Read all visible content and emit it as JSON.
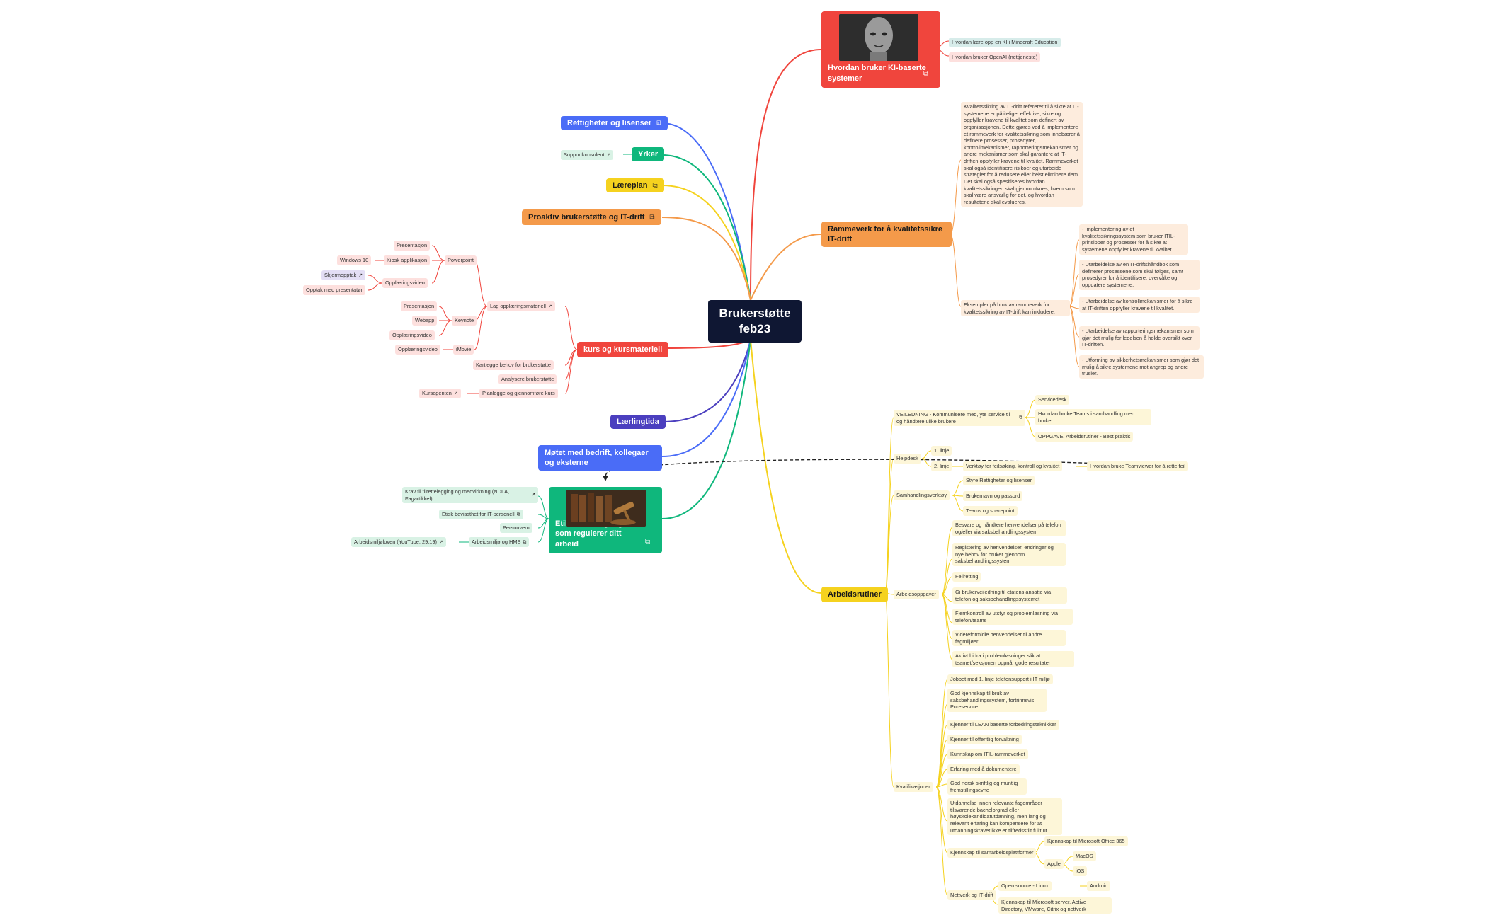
{
  "root": {
    "title": "Brukerstøtte feb23"
  },
  "colors": {
    "red": "#f0453d",
    "blue": "#4a6cf7",
    "green": "#0fb77c",
    "yellow": "#f5d21f",
    "orange": "#f49a4a",
    "indigo": "#4b3fbf",
    "dark": "#0f1733"
  },
  "icons": {
    "note": "notes-icon",
    "link": "external-link-icon"
  },
  "branches": {
    "ki": "Hvordan bruker KI-baserte systemer",
    "rettigheter": "Rettigheter og lisenser",
    "yrker": "Yrker",
    "laereplan": "Læreplan",
    "proaktiv": "Proaktiv brukerstøtte og IT-drift",
    "kurs": "kurs og kursmateriell",
    "laerlingtida": "Lærlingtida",
    "motet": "Møtet med bedrift, kollegaer og eksterne",
    "etikk": "Etikk, lover og regler som regulerer ditt arbeid",
    "rammeverk": "Rammeverk for å kvalitetssikre IT-drift",
    "arbeidsrutiner": "Arbeidsrutiner"
  },
  "ki_items": [
    "Hvordan lære opp en KI i Minecraft Education",
    "Hvordan bruker OpenAI (nettjeneste)"
  ],
  "yrker_items": [
    "Supportkonsulent"
  ],
  "kurs": {
    "lag": "Lag opplæringsmateriell",
    "powerpoint": "Powerpoint",
    "pp_presentasjon": "Presentasjon",
    "kiosk": "Kiosk applikasjon",
    "windows": "Windows 10",
    "pp_video": "Opplæringsvideo",
    "skjermopptak": "Skjermopptak",
    "opptak": "Opptak med presentatør",
    "keynote": "Keynote",
    "kn_presentasjon": "Presentasjon",
    "webapp": "Webapp",
    "kn_video": "Opplæringsvideo",
    "imovie": "iMovie",
    "im_video": "Opplæringsvideo",
    "kartlegge": "Kartlegge behov for brukerstøtte",
    "analysere": "Analysere brukerstøtte",
    "planlegge": "Planlegge og gjennomføre kurs",
    "kursagenten": "Kursagenten"
  },
  "etikk": {
    "krav": "Krav til tilrettelegging og medvirkning (NDLA, Fagartikkel)",
    "etisk": "Etisk bevissthet for IT-personell",
    "personvern": "Personvern",
    "arbeidsmiljo": "Arbeidsmiljø og HMS",
    "arbeidsmiljoloven": "Arbeidsmiljøloven (YouTube, 29:19)"
  },
  "rammeverk": {
    "definisjon": "Kvalitetssikring av IT-drift refererer til å sikre at IT-systemene er pålitelige, effektive, sikre og oppfyller kravene til kvalitet som definert av organisasjonen. Dette gjøres ved å implementere et rammeverk for kvalitetssikring som innebærer å definere prosesser, prosedyrer, kontrollmekanismer, rapporteringsmekanismer og andre mekanismer som skal garantere at IT-driften oppfyller kravene til kvalitet. Rammeverket skal også identifisere risikoer og utarbeide strategier for å redusere eller helst eliminere dem. Det skal også spesifiseres hvordan kvalitetssikringen skal gjennomføres, hvem som skal være ansvarlig for det, og hvordan resultatene skal evalueres.",
    "eksempler": "Eksempler på bruk av rammeverk for kvalitetssikring av IT-drift kan inkludere:",
    "items": [
      "- Implementering av et kvalitetssikringssystem som bruker ITIL-prinsipper og prosesser for å sikre at systemene oppfyller kravene til kvalitet.",
      "- Utarbeidelse av en IT-driftshåndbok som definerer prosessene som skal følges, samt prosedyrer for å identifisere, overvåke og oppdatere systemene.",
      "- Utarbeidelse av kontrollmekanismer for å sikre at IT-driften oppfyller kravene til kvalitet.",
      "- Utarbeidelse av rapporteringsmekanismer som gjør det mulig for ledelsen å holde oversikt over IT-driften.",
      "- Utforming av sikkerhetsmekanismer som gjør det mulig å sikre systemene mot angrep og andre trusler."
    ]
  },
  "arbeid": {
    "veiledning": "VEILEDNING - Kommunisere med, yte service til og håndtere ulike brukere",
    "servicedesk": "Servicedesk",
    "teams": "Hvordan bruke Teams i samhandling med bruker",
    "oppgave": "OPPGAVE: Arbeidsrutiner - Best praktis",
    "helpdesk": "Helpdesk",
    "linje1": "1. linje",
    "linje2": "2. linje",
    "verktoy": "Verktøy for feilsøking, kontroll og kvalitet",
    "teamviewer": "Hvordan bruke Teamviewer for å rette feil",
    "samhandling": "Samhandlingsverktøy",
    "styre": "Styre Rettigheter og lisenser",
    "brukernavn": "Brukernavn og passord",
    "teams_sp": "Teams og sharepoint",
    "oppgaver": "Arbeidsoppgaver",
    "oppgaver_items": [
      "Besvare og håndtere henvendelser på telefon og/eller via saksbehandlingssystem",
      "Registering av henvendelser, endringer og nye behov for bruker gjennom saksbehandlingssystem",
      "Feilretting",
      "Gi brukerveiledning til etatens ansatte via telefon og saksbehandlingssystemet",
      "Fjernkontroll av utstyr og problemløsning via telefon/teams",
      "Videreformidle henvendelser til andre fagmiljøer",
      "Aktivt bidra i problemløsninger slik at teamet/seksjonen oppnår gode resultater"
    ],
    "kvalifikasjoner": "Kvalifikasjoner",
    "kval_items": [
      "Jobbet med 1. linje telefonsupport i IT miljø",
      "God kjennskap til bruk av saksbehandlingssystem, fortrinnsvis Pureservice",
      "Kjenner til LEAN baserte forbedringsteknikker",
      "Kjenner til offentlig forvaltning",
      "Kunnskap om ITIL-rammeverket",
      "Erfaring med å dokumentere",
      "God norsk skriftlig og muntlig fremstillingsevne",
      "Utdannelse innen relevante fagområder tilsvarende bachelorgrad eller høyskolekandidatutdanning, men lang og relevant erfaring kan kompensere for at utdanningskravet ikke er tilfredsstilt fullt ut."
    ],
    "samarbeid": "Kjennskap til samarbeidsplattformer",
    "office": "Kjennskap til Microsoft Office 365",
    "apple": "Apple",
    "macos": "MacOS",
    "ios": "iOS",
    "nettverk": "Nettverk og IT-drift",
    "opensource": "Open source - Linux",
    "android": "Android",
    "msserver": "Kjennskap til Microsoft server, Active Directory, VMware, Citrix og nettverk"
  }
}
